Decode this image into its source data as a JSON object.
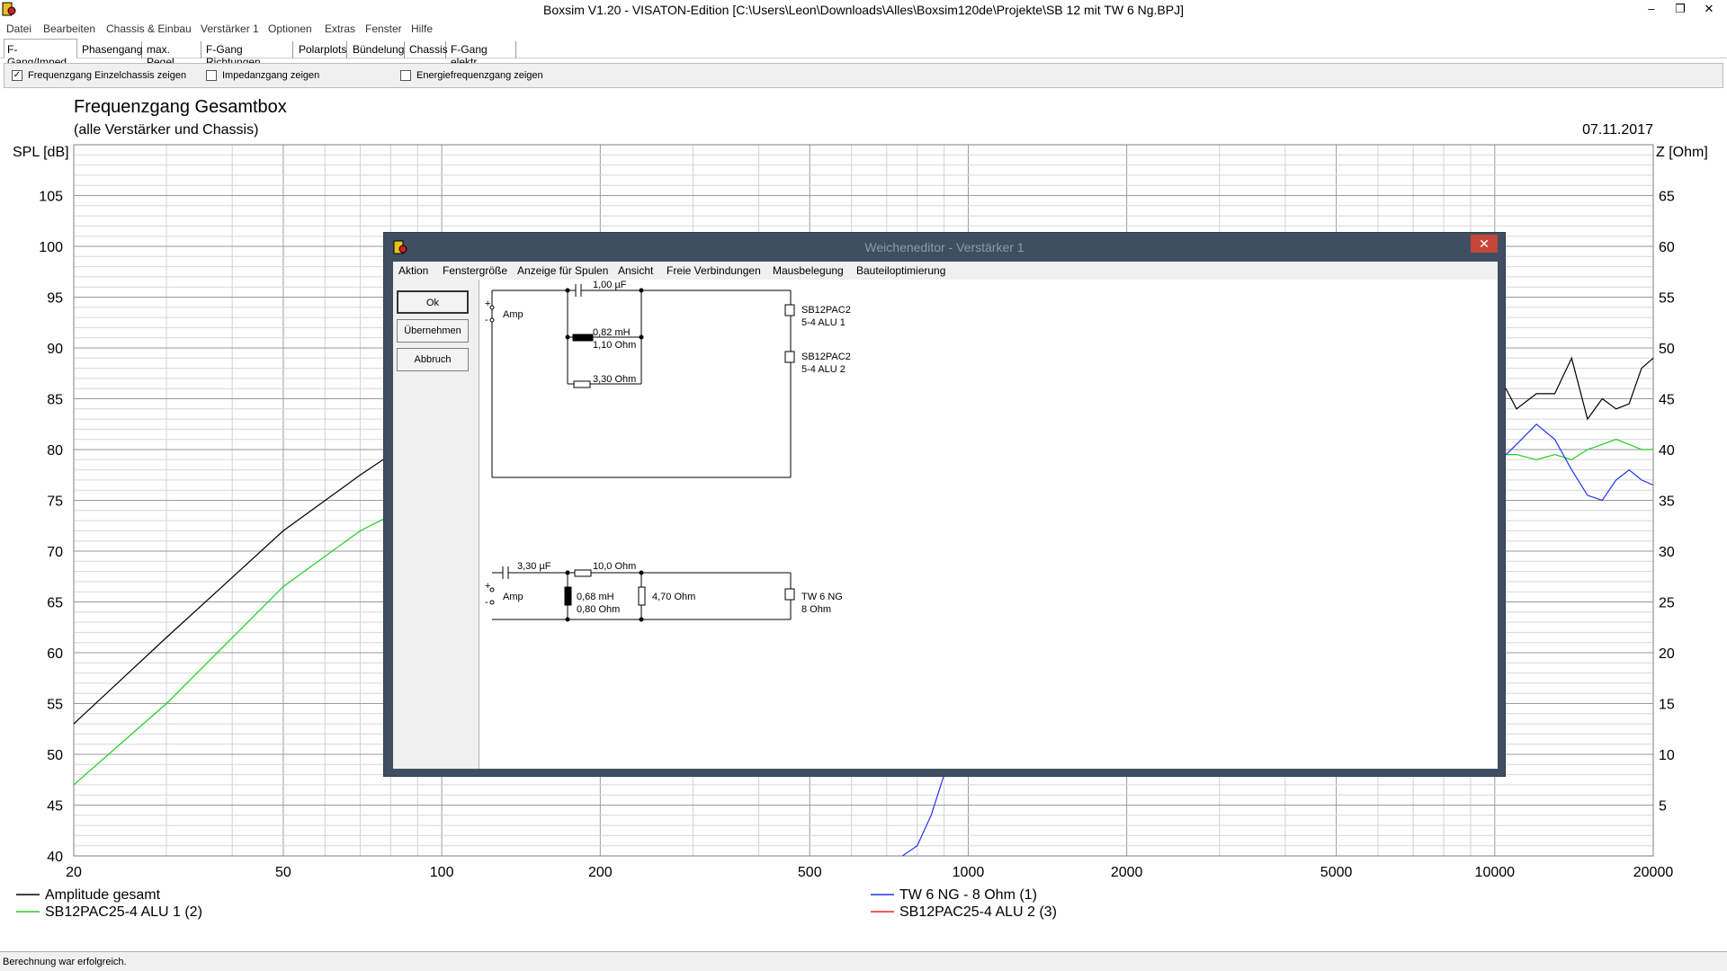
{
  "window": {
    "title": "Boxsim V1.20 - VISATON-Edition [C:\\Users\\Leon\\Downloads\\Alles\\Boxsim120de\\Projekte\\SB 12 mit TW 6 Ng.BPJ]",
    "minimize": "–",
    "restore": "❐",
    "close": "✕"
  },
  "menu": [
    "Datei",
    "Bearbeiten",
    "Chassis & Einbau",
    "Verstärker 1",
    "Optionen",
    "Extras",
    "Fenster",
    "Hilfe"
  ],
  "tabs": [
    "F-Gang/Imped.",
    "Phasengang",
    "max. Pegel",
    "F-Gang Richtungen",
    "Polarplots",
    "Bündelung",
    "Chassis",
    "F-Gang elektr."
  ],
  "options": [
    {
      "label": "Frequenzgang Einzelchassis zeigen",
      "checked": true
    },
    {
      "label": "Impedanzgang zeigen",
      "checked": false
    },
    {
      "label": "Energiefrequenzgang zeigen",
      "checked": false
    }
  ],
  "check_mark": "✓",
  "status": "Berechnung war erfolgreich.",
  "chart_data": {
    "type": "line",
    "title": "Frequenzgang Gesamtbox",
    "subtitle": "(alle Verstärker und Chassis)",
    "date": "07.11.2017",
    "ylabel": "SPL [dB]",
    "y2label": "Z [Ohm]",
    "xscale": "log",
    "xlim": [
      20,
      20000
    ],
    "ylim": [
      40,
      110
    ],
    "y2lim": [
      0,
      70
    ],
    "xticks": [
      20,
      50,
      100,
      200,
      500,
      1000,
      2000,
      5000,
      10000,
      20000
    ],
    "yticks": [
      40,
      45,
      50,
      55,
      60,
      65,
      70,
      75,
      80,
      85,
      90,
      95,
      100,
      105
    ],
    "y2ticks": [
      5,
      10,
      15,
      20,
      25,
      30,
      35,
      40,
      45,
      50,
      55,
      60,
      65
    ],
    "grid": true,
    "series": [
      {
        "name": "Amplitude gesamt",
        "color": "#000000",
        "x": [
          20,
          30,
          50,
          70,
          80,
          10500,
          11000,
          12000,
          13000,
          14000,
          15000,
          16000,
          17000,
          18000,
          19000,
          20000
        ],
        "y": [
          53,
          61.5,
          72,
          77.5,
          79.5,
          86,
          84,
          85.5,
          85.5,
          89,
          83,
          85,
          84,
          84.5,
          88,
          89
        ]
      },
      {
        "name": "SB12PAC25-4 ALU 1 (2)",
        "color": "#22cc22",
        "x": [
          20,
          30,
          50,
          70,
          80,
          10500,
          11000,
          12000,
          13000,
          14000,
          15000,
          16000,
          17000,
          18000,
          19000,
          20000
        ],
        "y": [
          47,
          55,
          66.5,
          72,
          73.5,
          79.5,
          79.5,
          79,
          79.5,
          79,
          80,
          80.5,
          81,
          80.5,
          80,
          80
        ]
      },
      {
        "name": "TW 6 NG - 8 Ohm (1)",
        "color": "#2233ee",
        "x": [
          750,
          800,
          850,
          900,
          10500,
          11000,
          12000,
          13000,
          14000,
          15000,
          16000,
          17000,
          18000,
          19000,
          20000
        ],
        "y": [
          40,
          41,
          44,
          48,
          79.5,
          80.5,
          82.5,
          81,
          78,
          75.5,
          75,
          77,
          78,
          77,
          76.5
        ]
      },
      {
        "name": "SB12PAC25-4 ALU 2 (3)",
        "color": "#ee2222",
        "x": [],
        "y": []
      }
    ]
  },
  "dialog": {
    "title": "Weicheneditor - Verstärker 1",
    "close": "✕",
    "menu": [
      "Aktion",
      "Fenstergröße",
      "Anzeige für Spulen",
      "Ansicht",
      "Freie Verbindungen",
      "Mausbelegung",
      "Bauteiloptimierung"
    ],
    "buttons": [
      "Ok",
      "Übernehmen",
      "Abbruch"
    ],
    "circuit1": {
      "amp": "Amp",
      "plus": "+",
      "minus": "-",
      "cap": "1,00 µF",
      "coil": "0,82 mH",
      "coil_r": "1,10 Ohm",
      "res": "3,30 Ohm",
      "spk1_name": "SB12PAC2",
      "spk1_sub": "5-4 ALU 1",
      "spk2_name": "SB12PAC2",
      "spk2_sub": "5-4 ALU 2"
    },
    "circuit2": {
      "amp": "Amp",
      "plus": "+",
      "minus": "-",
      "cap": "3,30 µF",
      "res_series": "10,0 Ohm",
      "coil": "0,68 mH",
      "coil_r": "0,80 Ohm",
      "res_shunt": "4,70 Ohm",
      "spk_name": "TW 6 NG",
      "spk_sub": "8 Ohm"
    }
  }
}
